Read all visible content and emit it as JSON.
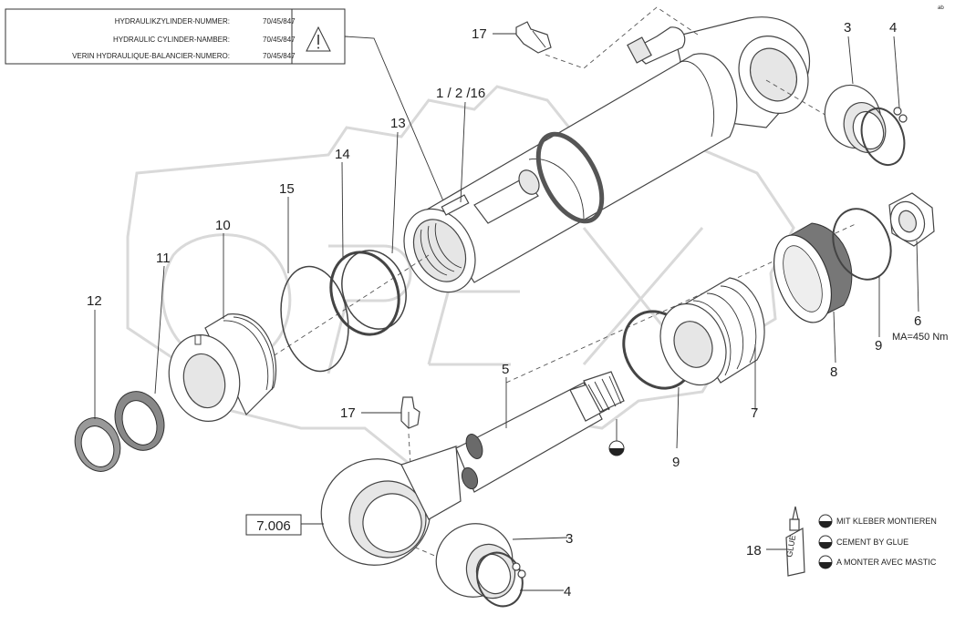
{
  "info_box": {
    "rows": [
      {
        "label": "HYDRAULIKZYLINDER-NUMMER:",
        "value": "70/45/847"
      },
      {
        "label": "HYDRAULIC CYLINDER-NAMBER:",
        "value": "70/45/847"
      },
      {
        "label": "VERIN HYDRAULIQUE-BALANCIER-NUMERO:",
        "value": "70/45/847"
      }
    ],
    "warning_icon": "warning-triangle-icon"
  },
  "watermark": "OPEX",
  "corner_mark": "ᵃᵇ",
  "callouts": {
    "c17_top": "17",
    "c1_2_16": "1 / 2 /16",
    "c3_top": "3",
    "c4_top": "4",
    "c13": "13",
    "c14": "14",
    "c15": "15",
    "c10": "10",
    "c11": "11",
    "c12": "12",
    "c5": "5",
    "c17_mid": "17",
    "c9_mid": "9",
    "c7": "7",
    "c8": "8",
    "c9_right": "9",
    "c6": "6",
    "torque": "MA=450 Nm",
    "c3_bottom": "3",
    "c4_bottom": "4",
    "c18": "18",
    "ref_box": "7.006"
  },
  "legend": {
    "items": [
      {
        "text": "MIT KLEBER MONTIEREN",
        "icon": "glue-half-circle-icon"
      },
      {
        "text": "CEMENT BY GLUE",
        "icon": "glue-half-circle-icon"
      },
      {
        "text": "A MONTER AVEC MASTIC",
        "icon": "glue-half-circle-icon"
      }
    ],
    "tube_icon": "glue-tube-icon"
  }
}
